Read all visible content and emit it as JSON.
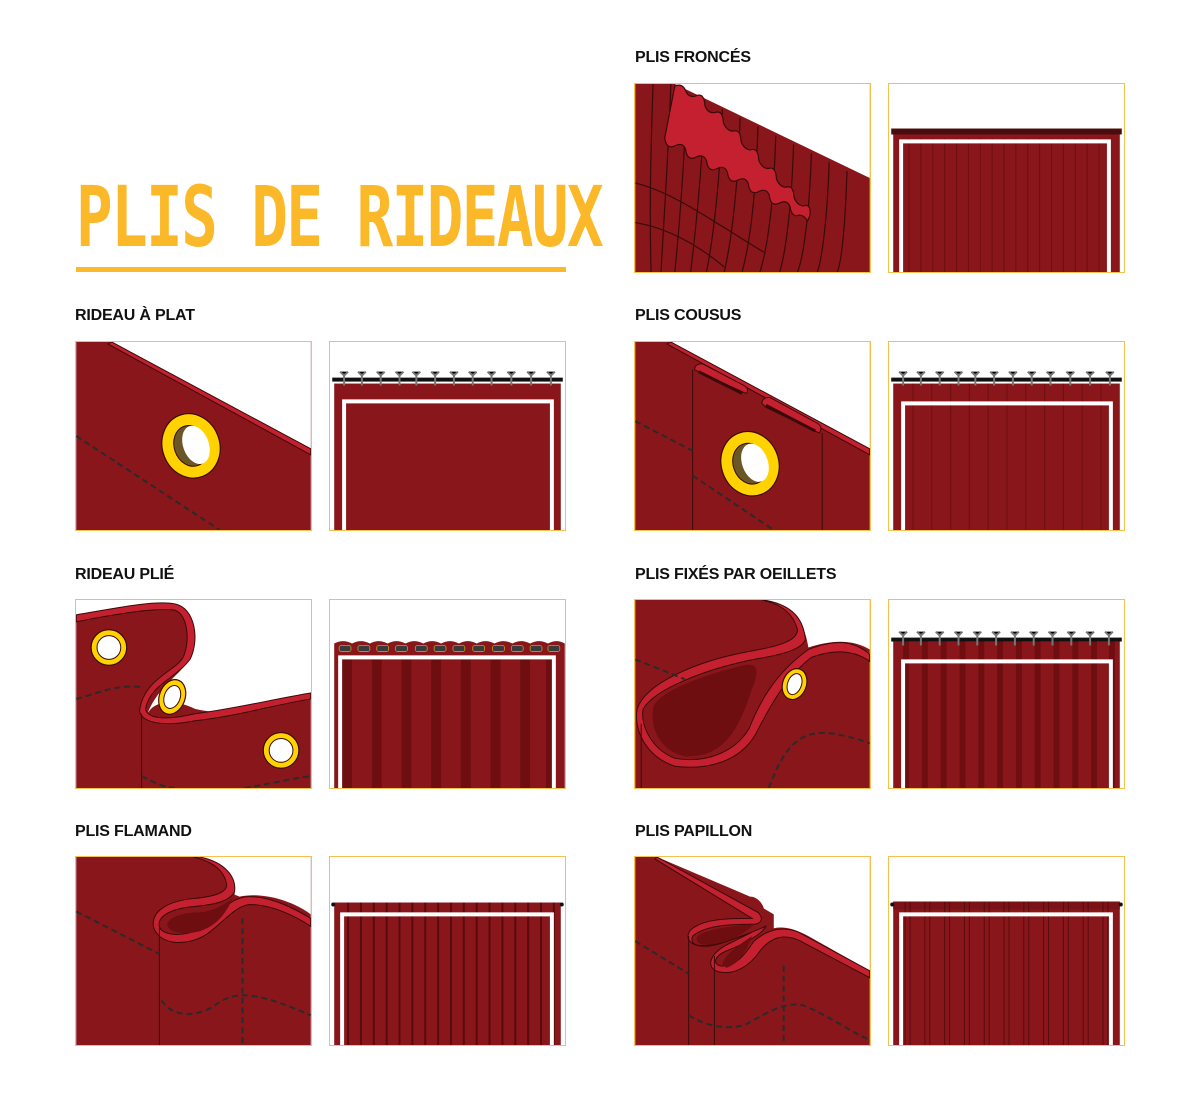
{
  "title": "PLIS DE RIDEAUX",
  "colors": {
    "accent": "#fbb829",
    "fabric": "#89161b",
    "fabric_dark": "#6e0e10",
    "fabric_light": "#c4202f",
    "grommet": "#ffd200",
    "border": "#f4c150"
  },
  "sections": [
    {
      "id": "plis-fronces",
      "label": "PLIS FRONCÉS",
      "detail": "gathered-pleat-detail",
      "front": "gathered-curtain-front",
      "top": "rod"
    },
    {
      "id": "rideau-a-plat",
      "label": "RIDEAU À PLAT",
      "detail": "flat-curtain-grommet-detail",
      "front": "flat-curtain-front",
      "top": "clips",
      "clip_count": 12
    },
    {
      "id": "plis-cousus",
      "label": "PLIS COUSUS",
      "detail": "sewn-pleat-grommet-detail",
      "front": "sewn-pleat-front",
      "top": "clips",
      "clip_count": 12
    },
    {
      "id": "rideau-plie",
      "label": "RIDEAU PLIÉ",
      "detail": "folded-curtain-grommets-detail",
      "front": "folded-curtain-front",
      "top": "eyelets",
      "eyelet_count": 12
    },
    {
      "id": "plis-fixes-par-oeillets",
      "label": "PLIS FIXÉS PAR OEILLETS",
      "detail": "eyelet-fixed-pleat-detail",
      "front": "eyelet-fixed-pleat-front",
      "top": "clips",
      "clip_count": 12
    },
    {
      "id": "plis-flamand",
      "label": "PLIS FLAMAND",
      "detail": "flemish-pleat-detail",
      "front": "flemish-pleat-front",
      "top": "rod"
    },
    {
      "id": "plis-papillon",
      "label": "PLIS PAPILLON",
      "detail": "butterfly-pleat-detail",
      "front": "butterfly-pleat-front",
      "top": "rod"
    }
  ]
}
